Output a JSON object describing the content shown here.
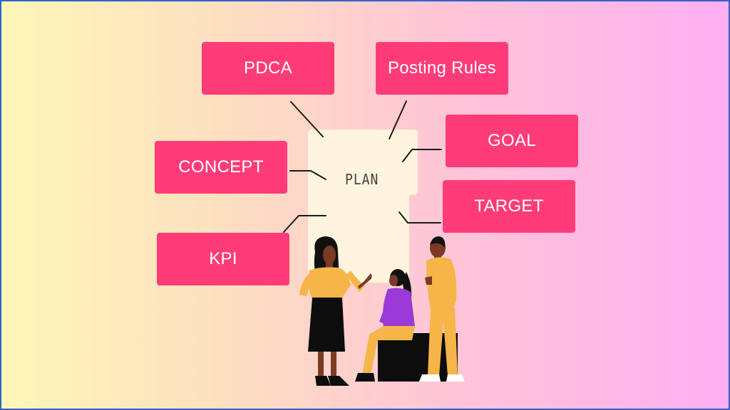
{
  "diagram": {
    "center_label": "PLAN",
    "tags": {
      "pdca": "PDCA",
      "posting_rules": "Posting Rules",
      "goal": "GOAL",
      "concept": "CONCEPT",
      "target": "TARGET",
      "kpi": "KPI"
    }
  },
  "colors": {
    "accent": "#ff3c78",
    "board": "#fff4dd",
    "border": "#2f62c8"
  }
}
